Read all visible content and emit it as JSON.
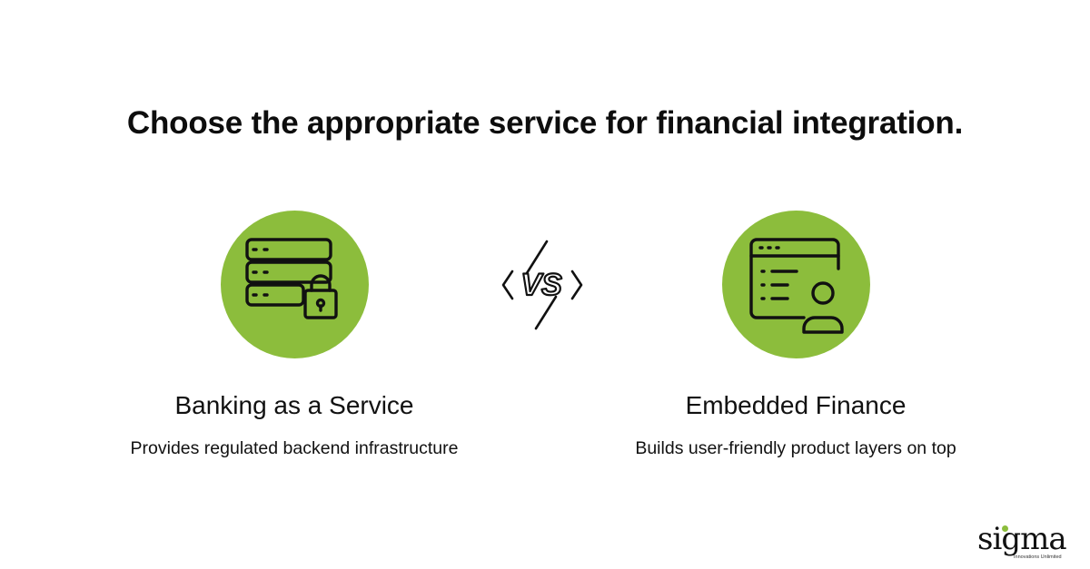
{
  "headline": "Choose the appropriate service for financial integration.",
  "colors": {
    "accent": "#8cbd3c",
    "text": "#111111",
    "background": "#ffffff"
  },
  "left": {
    "icon": "server-lock-icon",
    "title": "Banking as a Service",
    "description": "Provides regulated backend infrastructure"
  },
  "separator": {
    "icon": "vs-lightning-icon",
    "text": "VS"
  },
  "right": {
    "icon": "browser-user-icon",
    "title": "Embedded Finance",
    "description": "Builds user-friendly product layers on top"
  },
  "logo": {
    "name": "sigma",
    "tagline": "Innovations Unlimited"
  }
}
